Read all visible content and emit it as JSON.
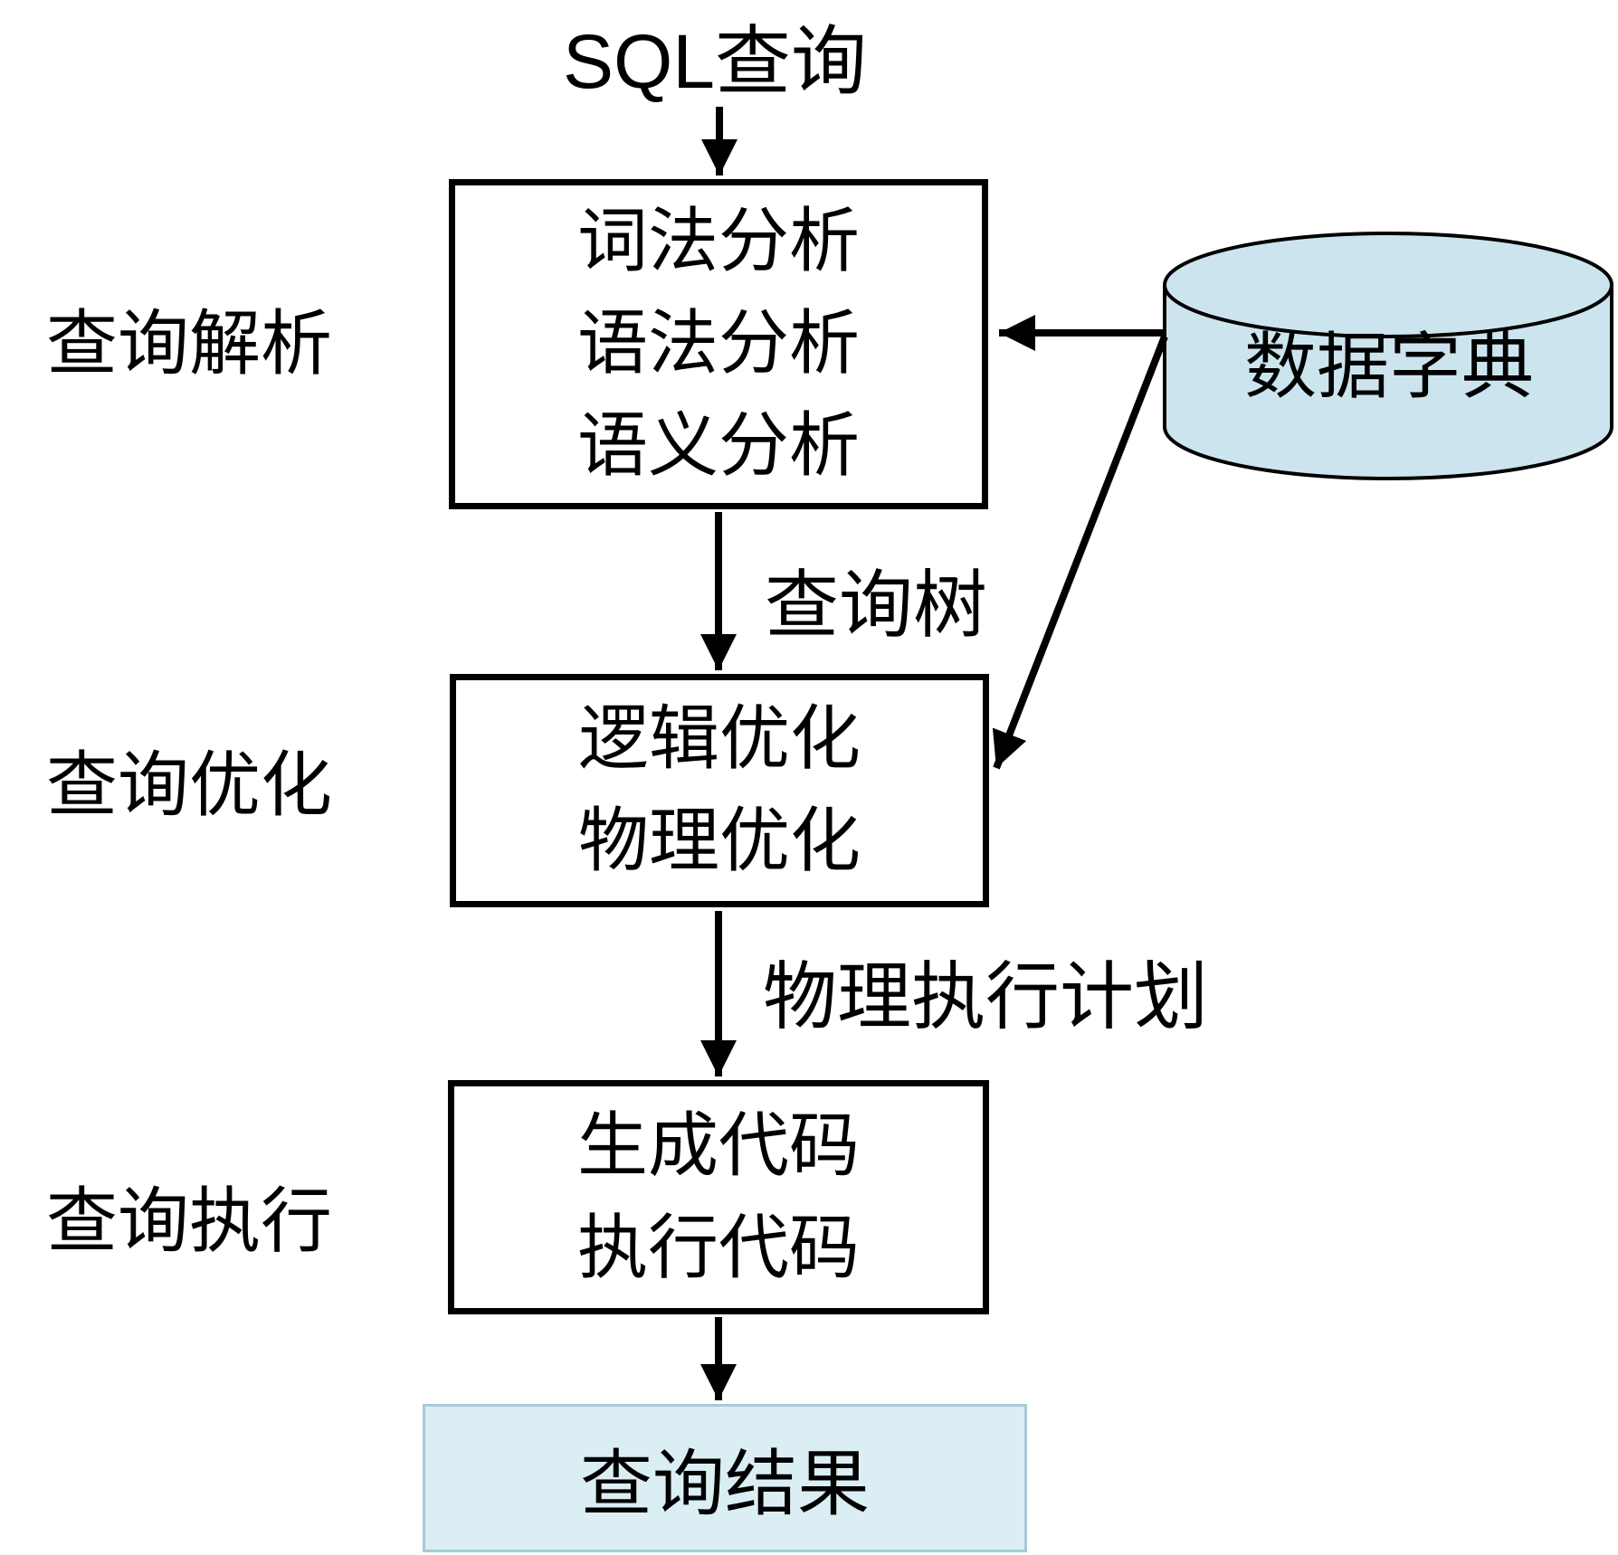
{
  "diagram": {
    "sql_label": {
      "en": "SQL",
      "zh": "查询"
    },
    "stages": [
      {
        "label": "查询解析"
      },
      {
        "label": "查询优化"
      },
      {
        "label": "查询执行"
      }
    ],
    "boxes": {
      "parse": {
        "lines": [
          "词法分析",
          "语法分析",
          "语义分析"
        ]
      },
      "optimize": {
        "lines": [
          "逻辑优化",
          "物理优化"
        ]
      },
      "execute": {
        "lines": [
          "生成代码",
          "执行代码"
        ]
      }
    },
    "datastore": {
      "label": "数据字典"
    },
    "edge_labels": {
      "query_tree": "查询树",
      "physical_plan": "物理执行计划"
    },
    "result": {
      "label": "查询结果"
    },
    "colors": {
      "cylinder_fill": "#cce4ee",
      "result_fill": "#daeef3",
      "result_border": "#a6cbd8",
      "line": "#000000"
    }
  }
}
